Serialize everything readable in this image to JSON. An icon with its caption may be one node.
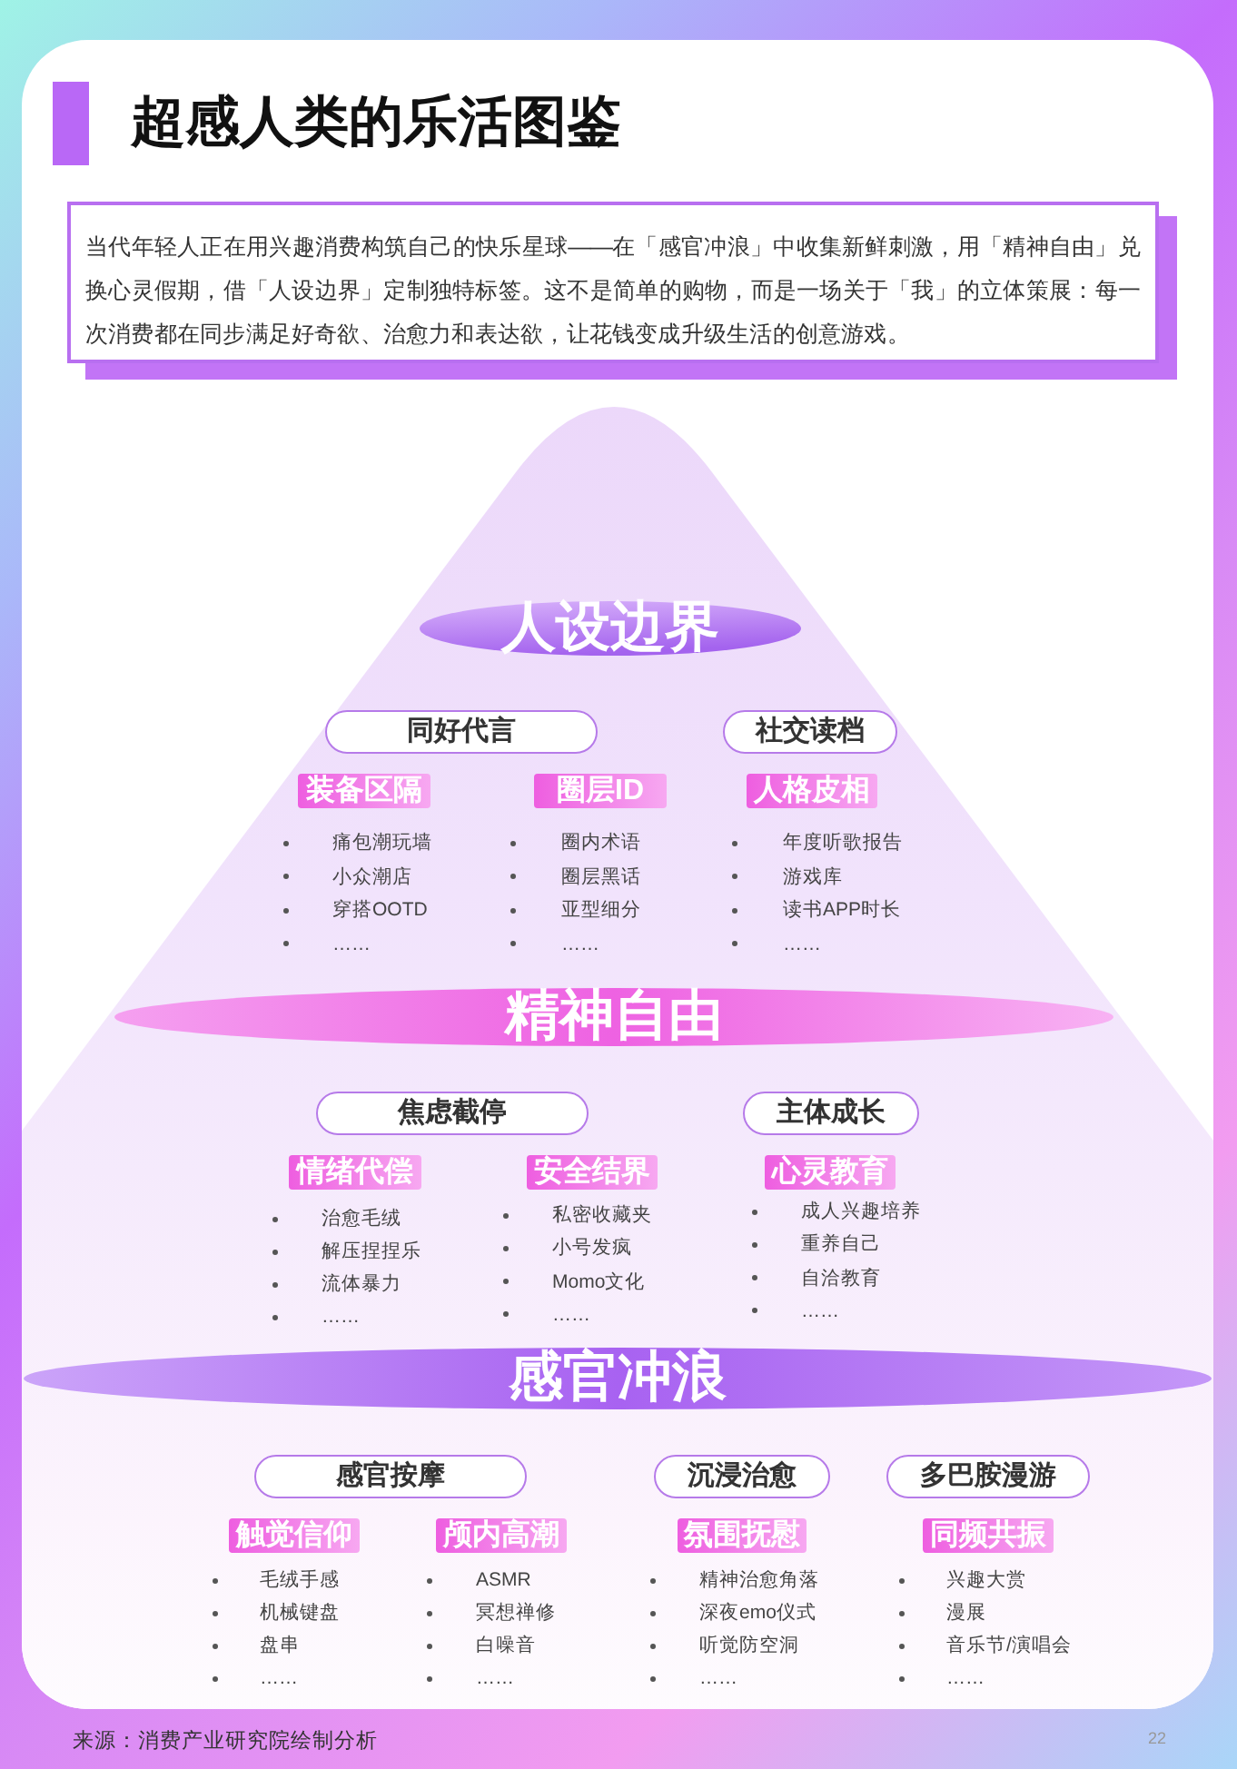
{
  "diagram": {
    "title": "超感人类的乐活图鉴",
    "nodes": [
      {
        "text": [
          "当代年轻人正在用兴趣消费构筑自己的快乐星球——在「感官冲浪」中收集新鲜刺激，用「精神自由」兑换心灵假期，借「人设边界」定制独特标签。这不是简单的购物，而是一场关于「我」的立体策展：每一次消费都在同步满足好奇欲、治愈力和表达欲，让花钱变成升级生活的创意游戏。"
        ]
      },
      {
        "text": [
          "人设边界"
        ]
      },
      {
        "text": [
          "同好代言"
        ]
      },
      {
        "text": [
          "社交读档"
        ]
      },
      {
        "text": [
          "装备区隔"
        ],
        "beside": [
          "痛包潮玩墙",
          "小众潮店",
          "穿搭OOTD",
          "……"
        ]
      },
      {
        "text": [
          "圈层ID"
        ],
        "beside": [
          "圈内术语",
          "圈层黑话",
          "亚型细分",
          "……"
        ]
      },
      {
        "text": [
          "人格皮相"
        ],
        "beside": [
          "年度听歌报告",
          "游戏库",
          "读书APP时长",
          "……"
        ]
      },
      {
        "text": [
          "精神自由"
        ]
      },
      {
        "text": [
          "焦虑截停"
        ]
      },
      {
        "text": [
          "主体成长"
        ]
      },
      {
        "text": [
          "情绪代偿"
        ],
        "beside": [
          "治愈毛绒",
          "解压捏捏乐",
          "流体暴力",
          "……"
        ]
      },
      {
        "text": [
          "安全结界"
        ],
        "beside": [
          "私密收藏夹",
          "小号发疯",
          "Momo文化",
          "……"
        ]
      },
      {
        "text": [
          "心灵教育"
        ],
        "beside": [
          "成人兴趣培养",
          "重养自己",
          "自洽教育",
          "……"
        ]
      },
      {
        "text": [
          "感官冲浪"
        ]
      },
      {
        "text": [
          "感官按摩"
        ]
      },
      {
        "text": [
          "沉浸治愈"
        ]
      },
      {
        "text": [
          "多巴胺漫游"
        ]
      },
      {
        "text": [
          "触觉信仰"
        ],
        "beside": [
          "毛绒手感",
          "机械键盘",
          "盘串",
          "……"
        ]
      },
      {
        "text": [
          "颅内高潮"
        ],
        "beside": [
          "ASMR",
          "冥想禅修",
          "白噪音",
          "……"
        ]
      },
      {
        "text": [
          "氛围抚慰"
        ],
        "beside": [
          "精神治愈角落",
          "深夜emo仪式",
          "听觉防空洞",
          "……"
        ]
      },
      {
        "text": [
          "同频共振"
        ],
        "beside": [
          "兴趣大赏",
          "漫展",
          "音乐节/演唱会",
          "……"
        ]
      }
    ],
    "labels": [
      "22"
    ],
    "caption": "来源：消费产业研究院绘制分析"
  }
}
